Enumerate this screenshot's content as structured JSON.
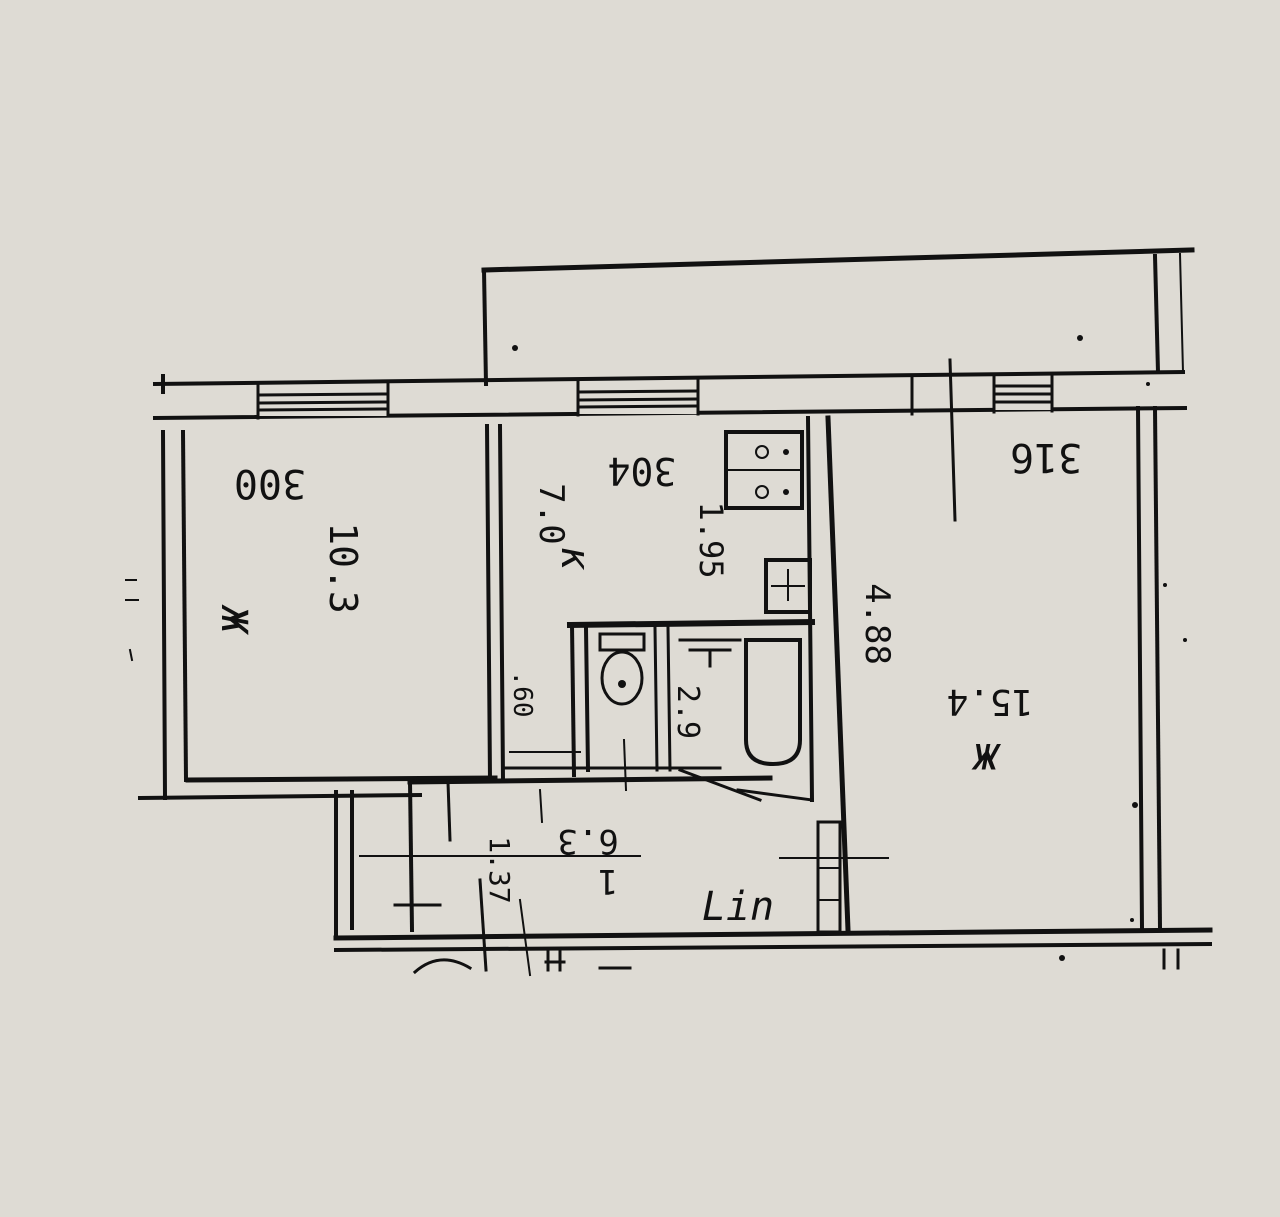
{
  "plan": {
    "paper_color": "#dedbd4",
    "ink_color": "#111111",
    "labels": {
      "room_left_width": "300",
      "room_left_area": "10.3",
      "room_left_type": "ж",
      "kitchen_width": "304",
      "kitchen_area": "7.0",
      "kitchen_type": "к",
      "kitchen_depth": "1.95",
      "bath_area": "2.9",
      "wc_width": ".60",
      "hall_area": "6.3",
      "hall_width": "1.37",
      "hall_num": "1",
      "room_right_width": "316",
      "room_right_depth": "4.88",
      "room_right_area": "15.4",
      "room_right_type": "ж",
      "entry_mark": "Lin"
    }
  }
}
